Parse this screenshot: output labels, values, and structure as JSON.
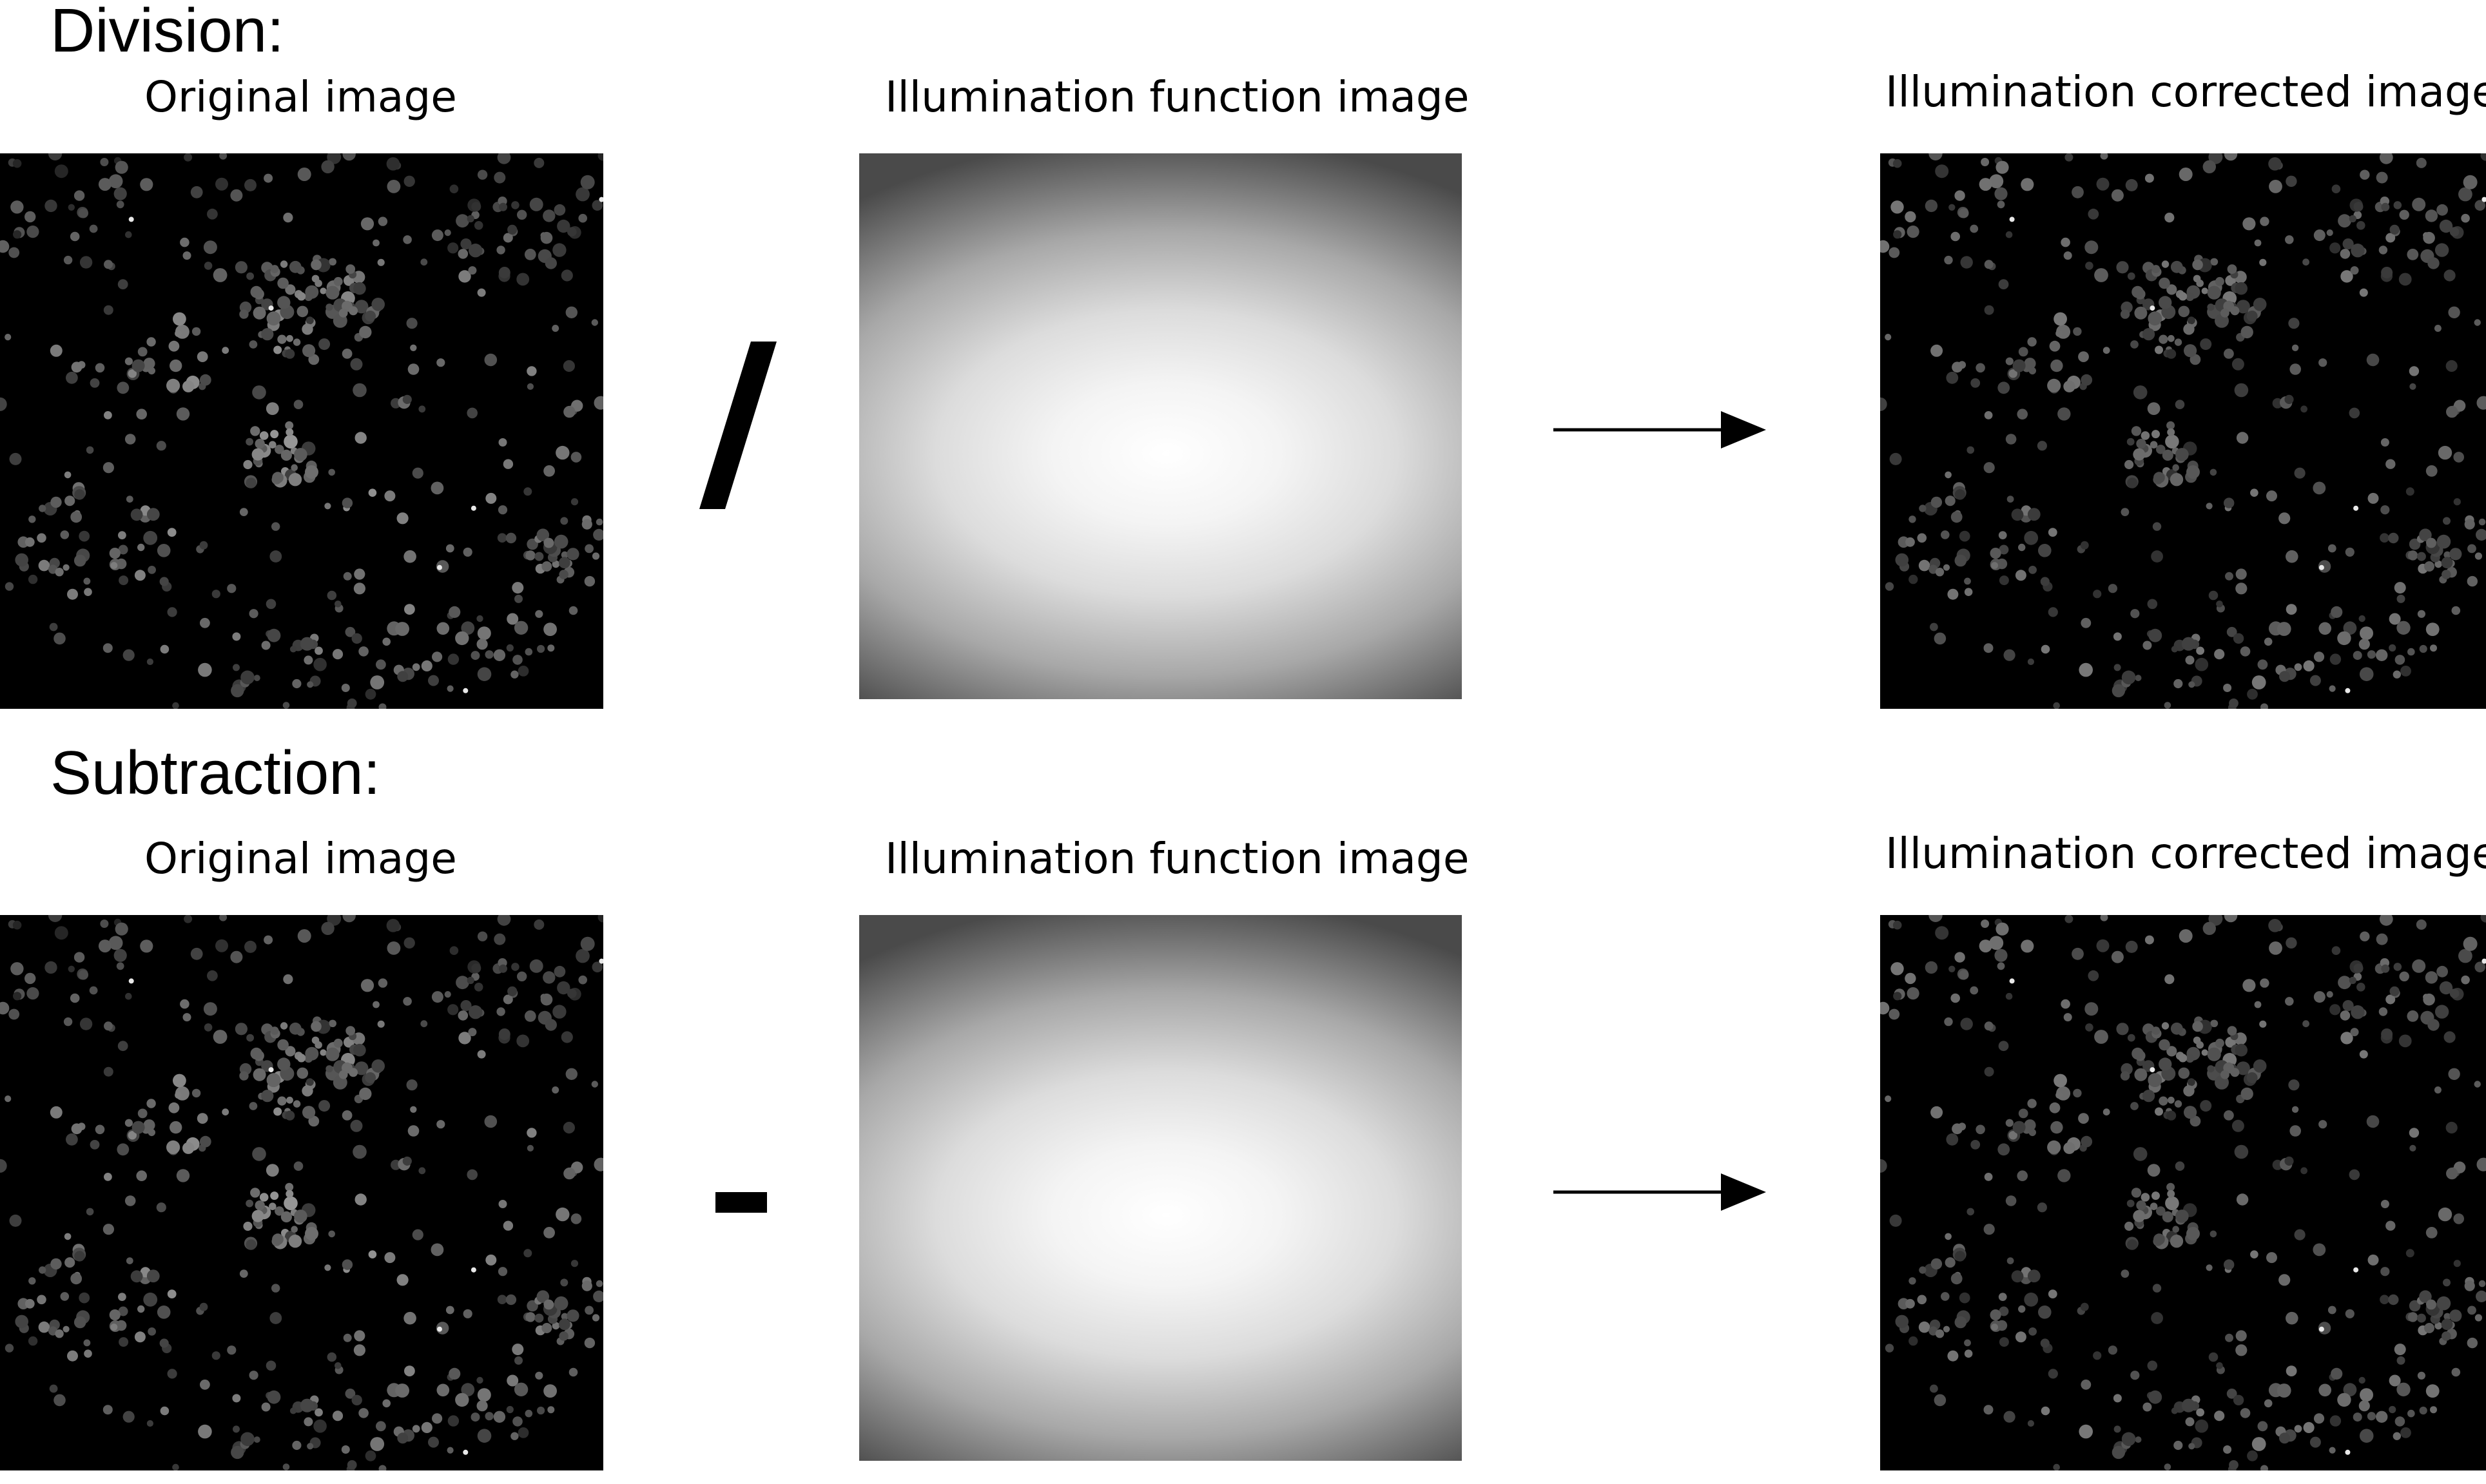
{
  "rows": [
    {
      "title": "Division:",
      "operator": "/",
      "captions": {
        "original": "Original image",
        "illumination": "Illumination function image",
        "corrected": "Illumination corrected image"
      }
    },
    {
      "title": "Subtraction:",
      "operator": "-",
      "captions": {
        "original": "Original image",
        "illumination": "Illumination function image",
        "corrected": "Illumination corrected image"
      }
    }
  ],
  "colors": {
    "background": "#ffffff",
    "cell_image_background": "#000000",
    "illumination_center": "#ffffff",
    "illumination_edge": "#4a4a4a"
  }
}
